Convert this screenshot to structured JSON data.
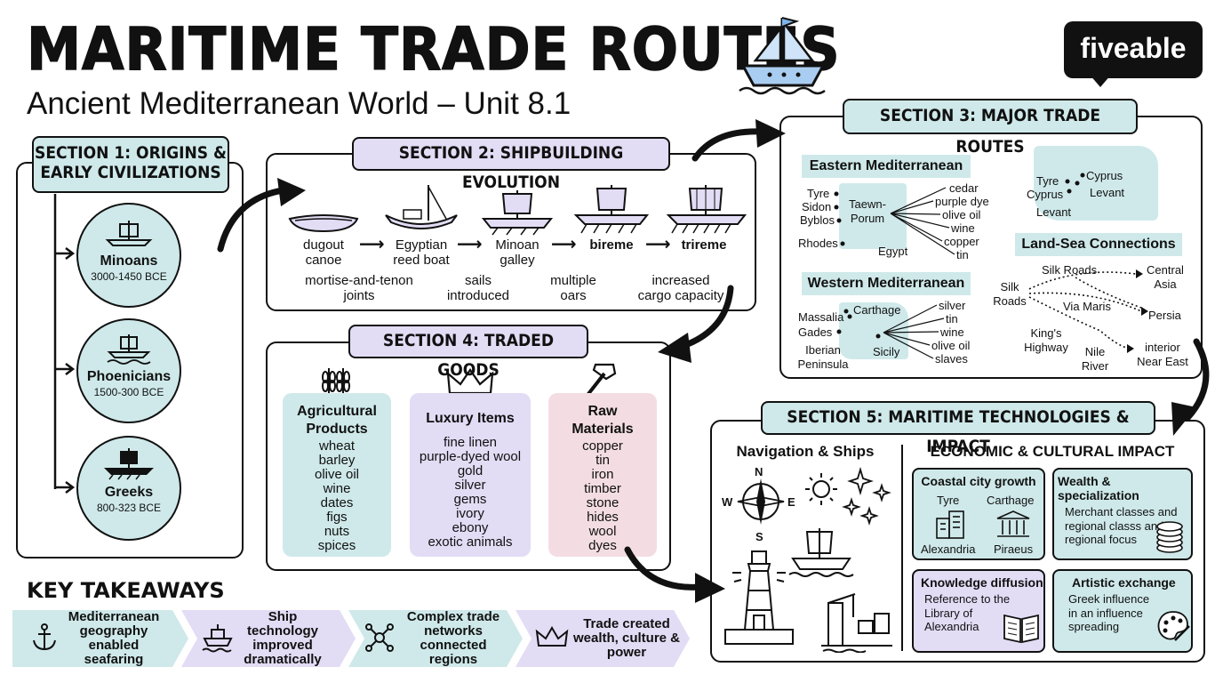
{
  "header": {
    "title": "MARITIME TRADE ROUTES",
    "subtitle": "Ancient Mediterranean World – Unit 8.1",
    "logo": "fiveable"
  },
  "section1": {
    "title_line1": "SECTION 1: ORIGINS &",
    "title_line2": "EARLY CIVILIZATIONS",
    "civs": [
      {
        "name": "Minoans",
        "dates": "3000-1450 BCE"
      },
      {
        "name": "Phoenicians",
        "dates": "1500-300 BCE"
      },
      {
        "name": "Greeks",
        "dates": "800-323 BCE"
      }
    ]
  },
  "section2": {
    "title": "SECTION 2: SHIPBUILDING EVOLUTION",
    "ships": [
      {
        "line1": "dugout",
        "line2": "canoe"
      },
      {
        "line1": "Egyptian",
        "line2": "reed boat"
      },
      {
        "line1": "Minoan",
        "line2": "galley"
      },
      {
        "line1": "bireme",
        "line2": ""
      },
      {
        "line1": "trireme",
        "line2": ""
      }
    ],
    "features": [
      {
        "line1": "mortise-and-tenon",
        "line2": "joints"
      },
      {
        "line1": "sails",
        "line2": "introduced"
      },
      {
        "line1": "multiple",
        "line2": "oars"
      },
      {
        "line1": "increased",
        "line2": "cargo capacity"
      }
    ]
  },
  "section3": {
    "title": "SECTION 3: MAJOR TRADE ROUTES",
    "eastern": {
      "title": "Eastern Mediterranean",
      "ports": [
        "Tyre",
        "Sidon",
        "Byblos",
        "Rhodes"
      ],
      "center_line1": "Taewn-",
      "center_line2": "Porum",
      "egypt": "Egypt",
      "goods": [
        "cedar",
        "purple dye",
        "olive oil",
        "wine",
        "copper",
        "tin"
      ]
    },
    "levant_map": {
      "tyre": "Tyre",
      "cyprus_a": "Cyprus",
      "cyprus_b": "Cyprus",
      "levant_a": "Levant",
      "levant_b": "Levant"
    },
    "western": {
      "title": "Western Mediterranean",
      "ports": [
        "Massalia",
        "Gades",
        "Iberian",
        "Peninsula"
      ],
      "carthage": "Carthage",
      "sicily": "Sicily",
      "goods": [
        "silver",
        "tin",
        "wine",
        "olive oil",
        "slaves"
      ]
    },
    "land_sea": {
      "title": "Land-Sea Connections",
      "silk_roads_top": "Silk Roads",
      "silk_line1": "Silk",
      "silk_line2": "Roads",
      "central_line1": "Central",
      "central_line2": "Asia",
      "via_maris": "Via Maris",
      "persia": "Persia",
      "kings_line1": "King's",
      "kings_line2": "Highway",
      "nile_line1": "Nile",
      "nile_line2": "River",
      "interior_line1": "interior",
      "interior_line2": "Near East"
    }
  },
  "section4": {
    "title": "SECTION 4: TRADED GOODS",
    "columns": [
      {
        "title_line1": "Agricultural",
        "title_line2": "Products",
        "items": [
          "wheat",
          "barley",
          "olive oil",
          "wine",
          "dates",
          "figs",
          "nuts",
          "spices"
        ]
      },
      {
        "title_line1": "Luxury Items",
        "title_line2": "",
        "items": [
          "fine linen",
          "purple-dyed wool",
          "gold",
          "silver",
          "gems",
          "ivory",
          "ebony",
          "exotic animals"
        ]
      },
      {
        "title_line1": "Raw",
        "title_line2": "Materials",
        "items": [
          "copper",
          "tin",
          "iron",
          "timber",
          "stone",
          "hides",
          "wool",
          "dyes"
        ]
      }
    ]
  },
  "section5": {
    "title": "SECTION 5: MARITIME TECHNOLOGIES & IMPACT",
    "nav_title": "Navigation & Ships",
    "compass": {
      "n": "N",
      "e": "E",
      "s": "S",
      "w": "W"
    },
    "impact_title": "ECONOMIC & CULTURAL IMPACT",
    "coastal": {
      "title": "Coastal city growth",
      "tyre": "Tyre",
      "carthage": "Carthage",
      "alexandria": "Alexandria",
      "piraeus": "Piraeus"
    },
    "wealth": {
      "title": "Wealth & specialization",
      "line1": "Merchant classes and",
      "line2": "regional classs and",
      "line3": "regional focus"
    },
    "knowledge": {
      "title": "Knowledge diffusion",
      "line1": "Reference to the",
      "line2": "Library of",
      "line3": "Alexandria"
    },
    "artistic": {
      "title": "Artistic exchange",
      "line1": "Greek influence",
      "line2": "in an influence",
      "line3": "spreading"
    }
  },
  "takeaways": {
    "title": "KEY TAKEAWAYS",
    "items": [
      {
        "line1": "Mediterranean",
        "line2": "geography enabled",
        "line3": "seafaring",
        "icon": "anchor-icon"
      },
      {
        "line1": "Ship technology",
        "line2": "improved",
        "line3": "dramatically",
        "icon": "ship-icon"
      },
      {
        "line1": "Complex trade",
        "line2": "networks connected",
        "line3": "regions",
        "icon": "network-icon"
      },
      {
        "line1": "Trade created",
        "line2": "wealth, culture &",
        "line3": "power",
        "icon": "crown-icon"
      }
    ]
  },
  "colors": {
    "teal": "#cfe9ea",
    "lavender": "#e3dcf5",
    "pink": "#f3dde3",
    "ink": "#111111",
    "ship_blue": "#a9cdf0"
  }
}
